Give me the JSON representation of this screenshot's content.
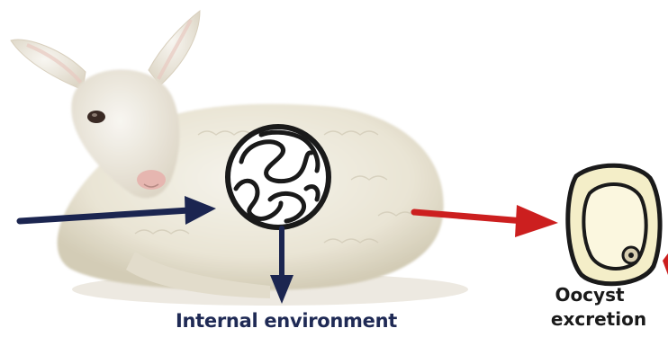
{
  "labels": {
    "internal_environment": "Internal environment",
    "oocyst_line1": "Oocyst",
    "oocyst_line2": "excretion"
  },
  "colors": {
    "entry_arrow": "#1b2550",
    "down_arrow": "#1b2550",
    "excretion_arrow": "#cc1f1f",
    "oocyst_fill": "#f4eec8",
    "oocyst_inner": "#fbf7df",
    "lamb_wool": "#ece8da",
    "lamb_shadow": "#d5cfbd"
  }
}
